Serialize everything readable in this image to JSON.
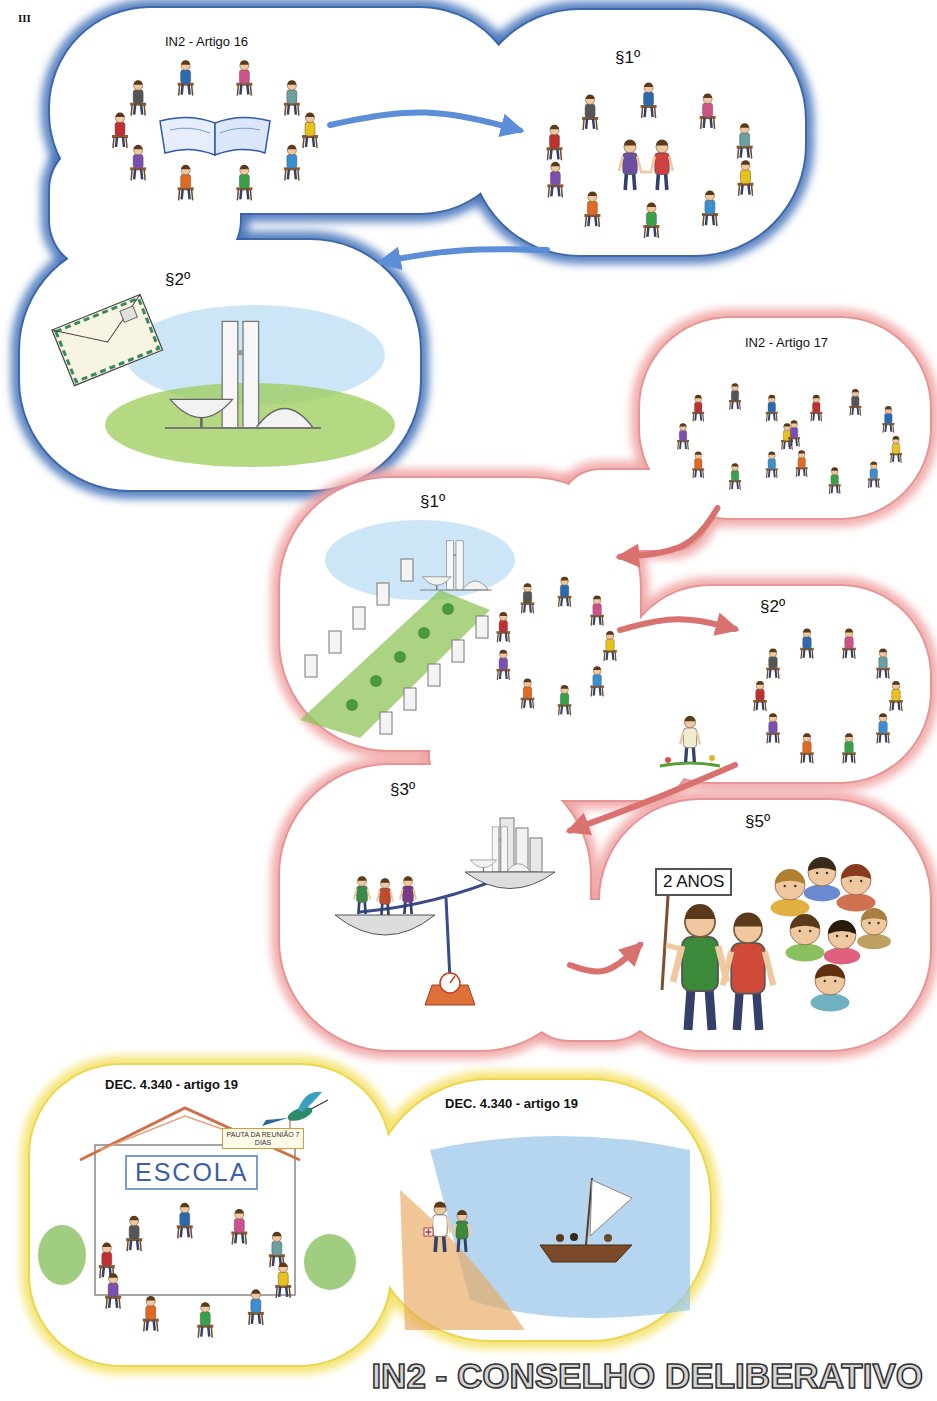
{
  "diagram": {
    "title": "IN2 - CONSELHO DELIBERATIVO",
    "nodes": [
      {
        "text": [
          "IN2 - Artigo 16"
        ]
      },
      {
        "text": [
          "§1º"
        ]
      },
      {
        "text": [
          "§2º"
        ]
      },
      {
        "text": [
          "IN2 - Artigo 17"
        ]
      },
      {
        "text": [
          "§1º"
        ]
      },
      {
        "text": [
          "§2º"
        ]
      },
      {
        "text": [
          "§3º"
        ]
      },
      {
        "text": [
          "§5º",
          "2 ANOS"
        ]
      },
      {
        "text": [
          "DEC. 4.340 - artigo 19",
          "ESCOLA",
          "PAUTA DA REUNIÃO 7 DIAS"
        ]
      },
      {
        "text": [
          "DEC. 4.340 - artigo 19"
        ]
      }
    ],
    "edges": [
      {
        "from": 0,
        "to": 1,
        "arrow": "to"
      },
      {
        "from": 1,
        "to": 2,
        "arrow": "to"
      },
      {
        "from": 3,
        "to": 4,
        "arrow": "to"
      },
      {
        "from": 4,
        "to": 5,
        "arrow": "to"
      },
      {
        "from": 5,
        "to": 6,
        "arrow": "to"
      },
      {
        "from": 6,
        "to": 7,
        "arrow": "to"
      }
    ],
    "labels": [
      "III"
    ]
  }
}
